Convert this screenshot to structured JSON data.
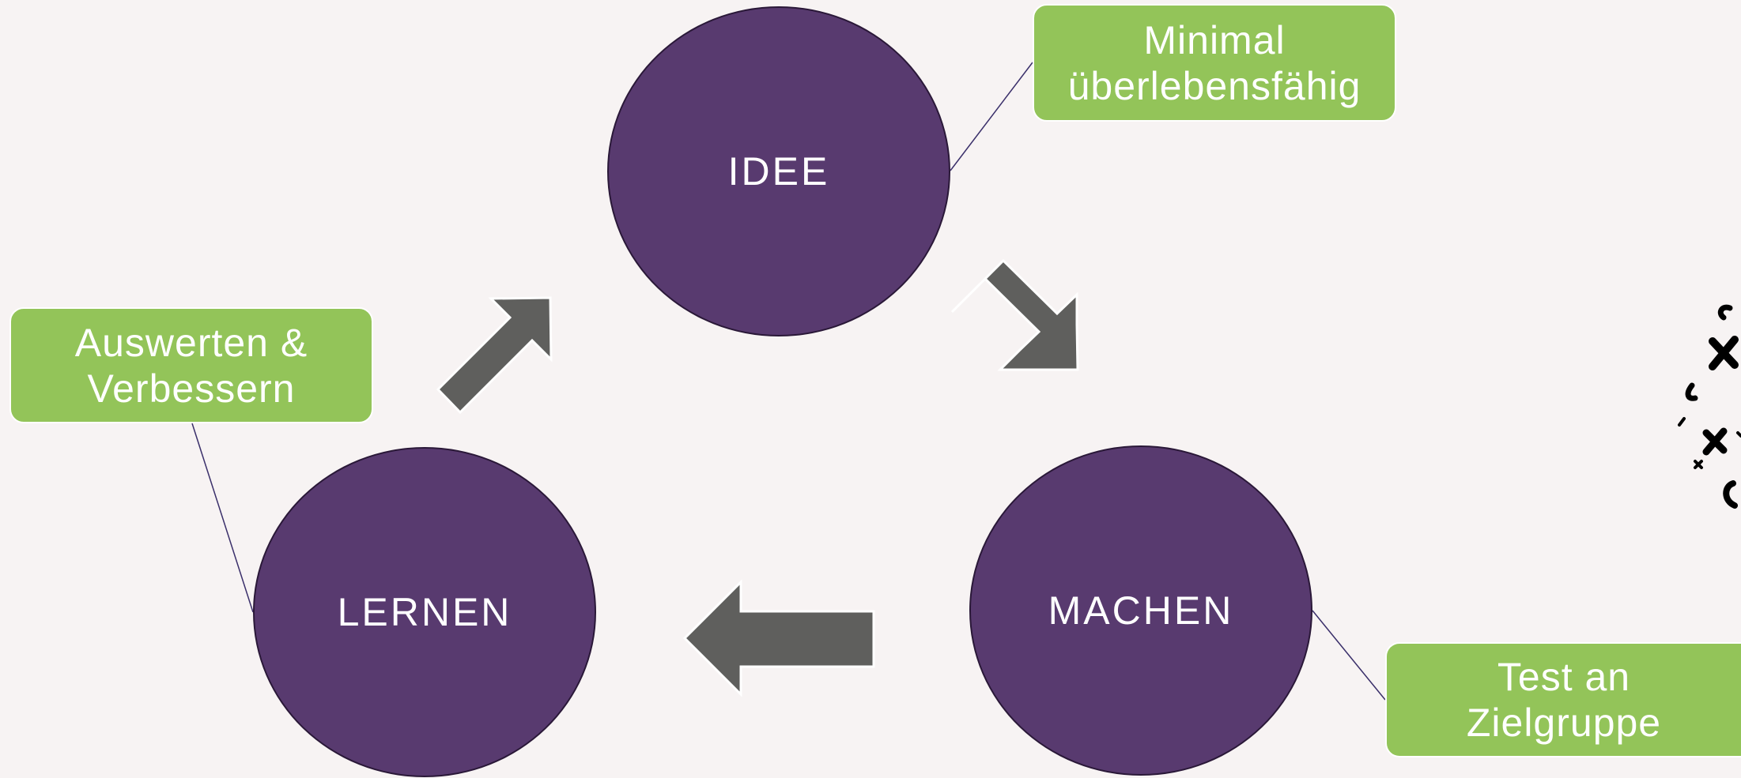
{
  "diagram": {
    "nodes": {
      "idee": "IDEE",
      "machen": "MACHEN",
      "lernen": "LERNEN"
    },
    "callouts": {
      "minimal": [
        "Minimal",
        "überlebensfähig"
      ],
      "test": [
        "Test an",
        "Zielgruppe"
      ],
      "auswerten": [
        "Auswerten &",
        "Verbessern"
      ]
    },
    "colors": {
      "background": "#f7f3f3",
      "node_fill": "#583a6f",
      "callout_fill": "#93c459",
      "arrow_fill": "#5f5f5d",
      "connector": "#3a2f6a"
    }
  }
}
